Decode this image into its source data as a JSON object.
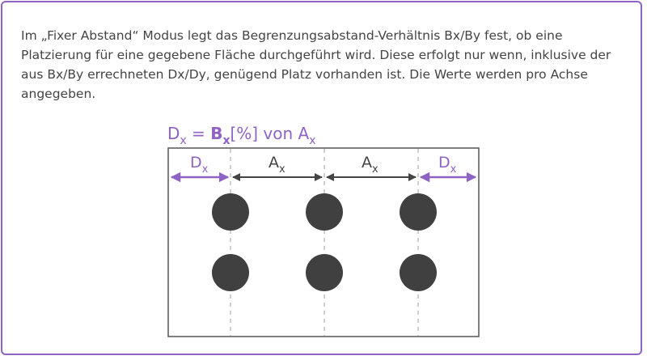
{
  "description": "Im „Fixer Abstand“ Modus legt das Begrenzungsabstand-Verhältnis Bx/By fest, ob eine Platzierung für eine gegebene Fläche durchgeführt wird. Diese erfolgt nur wenn, inklusive der aus Bx/By errechneten Dx/Dy, genügend Platz vorhanden ist. Die Werte werden pro Achse angegeben.",
  "formula": {
    "d": "D",
    "d_sub": "x",
    "equals": " = ",
    "b": "B",
    "b_sub": "x",
    "unit": "[%] von A",
    "a_sub": "x"
  },
  "labels": {
    "dx_left": "D",
    "dx_left_sub": "x",
    "ax_1": "A",
    "ax_1_sub": "x",
    "ax_2": "A",
    "ax_2_sub": "x",
    "dx_right": "D",
    "dx_right_sub": "x"
  },
  "colors": {
    "accent": "#8e63c4",
    "frame_border": "#8e63c4",
    "dots": "#404040",
    "box_border": "#555555",
    "dimension_dark": "#444444",
    "guide_lines": "#b0b0b0",
    "text": "#444444"
  }
}
